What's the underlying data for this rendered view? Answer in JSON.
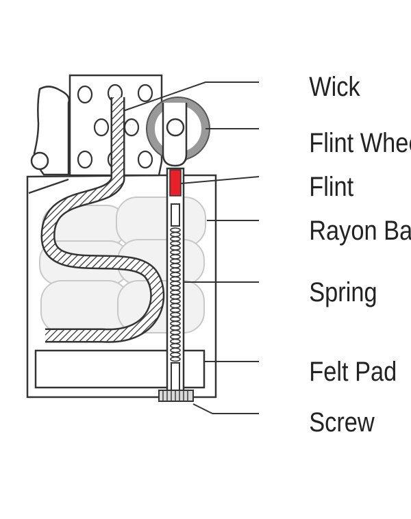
{
  "labels": {
    "wick": "Wick",
    "flint_wheel": "Flint Wheel",
    "flint": "Flint",
    "rayon_balls": "Rayon Balls",
    "spring": "Spring",
    "felt_pad": "Felt Pad",
    "screw": "Screw"
  },
  "colors": {
    "outline": "#333333",
    "flint": "#e8202a",
    "wheel": "#9a9a9a",
    "cotton": "#f2f2f2",
    "background": "#ffffff"
  }
}
